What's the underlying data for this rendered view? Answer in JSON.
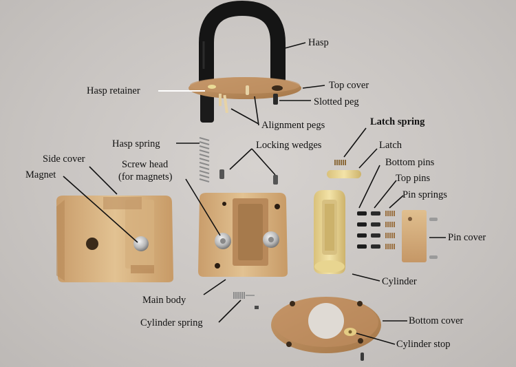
{
  "labels": {
    "hasp": "Hasp",
    "top_cover": "Top cover",
    "hasp_retainer": "Hasp retainer",
    "slotted_peg": "Slotted peg",
    "alignment_pegs": "Alignment pegs",
    "latch_spring": "Latch spring",
    "hasp_spring": "Hasp spring",
    "locking_wedges": "Locking wedges",
    "latch": "Latch",
    "side_cover": "Side cover",
    "magnet": "Magnet",
    "screw_head": "Screw head",
    "screw_head_note": "(for magnets)",
    "bottom_pins": "Bottom pins",
    "top_pins": "Top pins",
    "pin_springs": "Pin springs",
    "pin_cover": "Pin cover",
    "cylinder": "Cylinder",
    "main_body": "Main body",
    "bottom_cover": "Bottom cover",
    "cylinder_spring": "Cylinder spring",
    "cylinder_stop": "Cylinder stop"
  },
  "colors": {
    "background": "#c9c5c2",
    "wood_light": "#dcb98a",
    "wood_mid": "#c9a070",
    "wood_dark": "#a7794a",
    "oak": "#b88a5e",
    "brass": "#e9d69a",
    "hasp_black": "#151515",
    "metal": "#8f8f8f",
    "leader_line": "#111111"
  }
}
